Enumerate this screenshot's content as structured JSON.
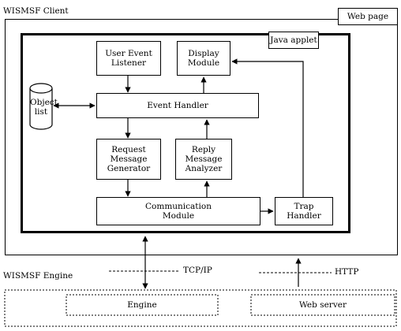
{
  "client": {
    "label": "WISMSF Client",
    "web_page_label": "Web page",
    "java_applet_label": "Java applet"
  },
  "modules": {
    "user_event_listener": "User Event\nListener",
    "display_module": "Display\nModule",
    "object_list": "Object\nlist",
    "event_handler": "Event Handler",
    "request_message_generator": "Request\nMessage\nGenerator",
    "reply_message_analyzer": "Reply\nMessage\nAnalyzer",
    "communication_module": "Communication\nModule",
    "trap_handler": "Trap\nHandler"
  },
  "protocols": {
    "tcpip": "TCP/IP",
    "http": "HTTP"
  },
  "engine_section": {
    "label": "WISMSF Engine",
    "engine": "Engine",
    "web_server": "Web server"
  }
}
